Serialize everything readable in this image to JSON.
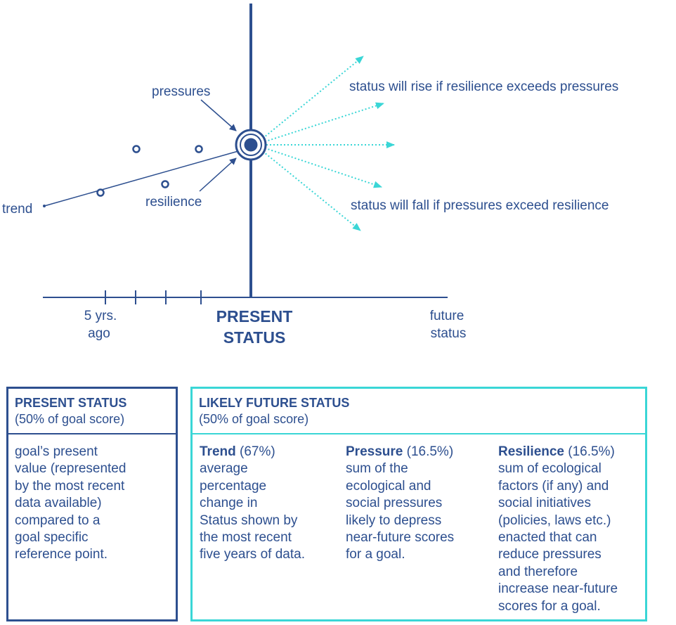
{
  "diagram": {
    "trend_label": "trend",
    "pressures_label": "pressures",
    "resilience_label": "resilience",
    "rise_label": "status will rise if resilience exceeds pressures",
    "fall_label": "status will fall if pressures exceed resilience",
    "axis": {
      "past_label_line1": "5 yrs.",
      "past_label_line2": "ago",
      "present_label_line1": "PRESENT",
      "present_label_line2": "STATUS",
      "future_label_line1": "future",
      "future_label_line2": "status"
    },
    "colors": {
      "primary": "#2d4f8f",
      "accent": "#3ad6d6"
    }
  },
  "present_box": {
    "title": "PRESENT STATUS",
    "subtitle": "(50% of goal score)",
    "body_lines": [
      "goal’s present",
      "value (represented",
      "by the most recent",
      "data available)",
      "compared to a",
      "goal specific",
      "reference point."
    ]
  },
  "future_box": {
    "title": "LIKELY FUTURE STATUS",
    "subtitle": "(50% of goal score)",
    "trend": {
      "title": "Trend",
      "weight": " (67%)",
      "lines": [
        "average",
        "percentage",
        "change in",
        "Status shown by",
        "the most recent",
        "five years of data."
      ]
    },
    "pressure": {
      "title": "Pressure",
      "weight": " (16.5%)",
      "lines": [
        "sum of the",
        "ecological and",
        "social pressures",
        "likely to depress",
        "near-future scores",
        "for a goal."
      ]
    },
    "resilience": {
      "title": "Resilience",
      "weight": " (16.5%)",
      "lines": [
        "sum of ecological",
        "factors (if any) and",
        "social initiatives",
        "(policies, laws etc.)",
        "enacted that can",
        "reduce pressures",
        "and therefore",
        "increase near-future",
        "scores for a goal."
      ]
    }
  }
}
